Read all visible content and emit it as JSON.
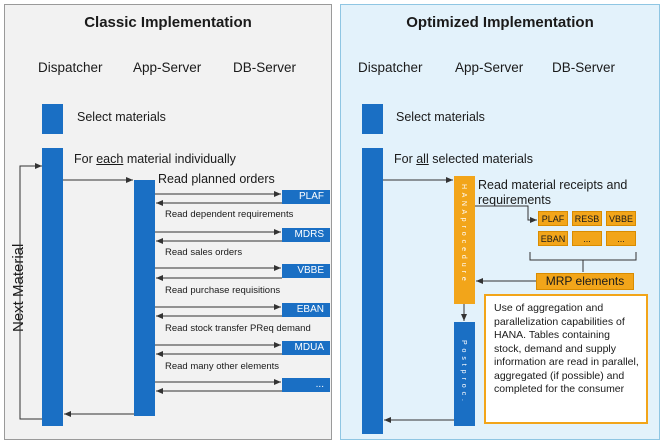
{
  "classic": {
    "title": "Classic Implementation",
    "headers": {
      "dispatcher": "Dispatcher",
      "app_server": "App-Server",
      "db_server": "DB-Server"
    },
    "select_materials": "Select materials",
    "loop_pre": "For ",
    "loop_em": "each",
    "loop_post": " material individually",
    "next_material": "Next Material",
    "reads": [
      {
        "label": "Read planned orders",
        "table": "PLAF"
      },
      {
        "label": "Read dependent requirements",
        "table": "MDRS"
      },
      {
        "label": "Read sales orders",
        "table": "VBBE"
      },
      {
        "label": "Read purchase requisitions",
        "table": "EBAN"
      },
      {
        "label": "Read stock transfer PReq demand",
        "table": "MDUA"
      },
      {
        "label": "Read many other elements",
        "table": "..."
      }
    ]
  },
  "optimized": {
    "title": "Optimized Implementation",
    "headers": {
      "dispatcher": "Dispatcher",
      "app_server": "App-Server",
      "db_server": "DB-Server"
    },
    "select_materials": "Select materials",
    "loop_pre": "For ",
    "loop_em": "all",
    "loop_post": " selected materials",
    "hana_procedure": "H A N A   p r o c e d u r e",
    "postproc": "P o s t p r o c .",
    "read_receipts": "Read material receipts and requirements",
    "tables": [
      "PLAF",
      "RESB",
      "VBBE",
      "EBAN",
      "...",
      "..."
    ],
    "mrp_elements": "MRP elements",
    "info": "Use of aggregation and parallelization capabilities of HANA. Tables containing stock, demand and supply information are read in parallel, aggregated (if possible) and completed for the consumer"
  },
  "colors": {
    "blue": "#1a6fc4",
    "orange": "#f2a51a",
    "left_bg": "#f2f2f2",
    "right_bg": "#e3f2fb"
  }
}
